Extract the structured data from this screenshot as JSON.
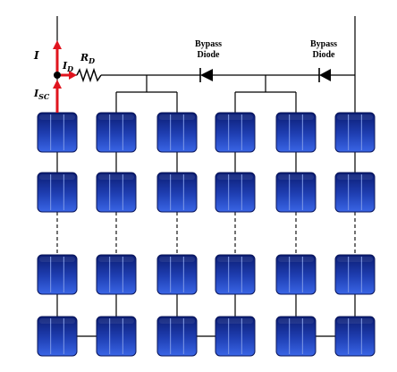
{
  "labels": {
    "current_main": "I",
    "current_diode": "I",
    "current_diode_sub": "D",
    "current_sc": "I",
    "current_sc_sub": "SC",
    "resistor": "R",
    "resistor_sub": "D",
    "bypass_left_line1": "Bypass",
    "bypass_left_line2": "Diode",
    "bypass_right_line1": "Bypass",
    "bypass_right_line2": "Diode"
  },
  "colors": {
    "wire": "#000000",
    "arrow": "#e0141e",
    "cell_dark": "#0a1a6e",
    "cell_light": "#2f57d6",
    "cell_grid": "#6f8fe0"
  }
}
